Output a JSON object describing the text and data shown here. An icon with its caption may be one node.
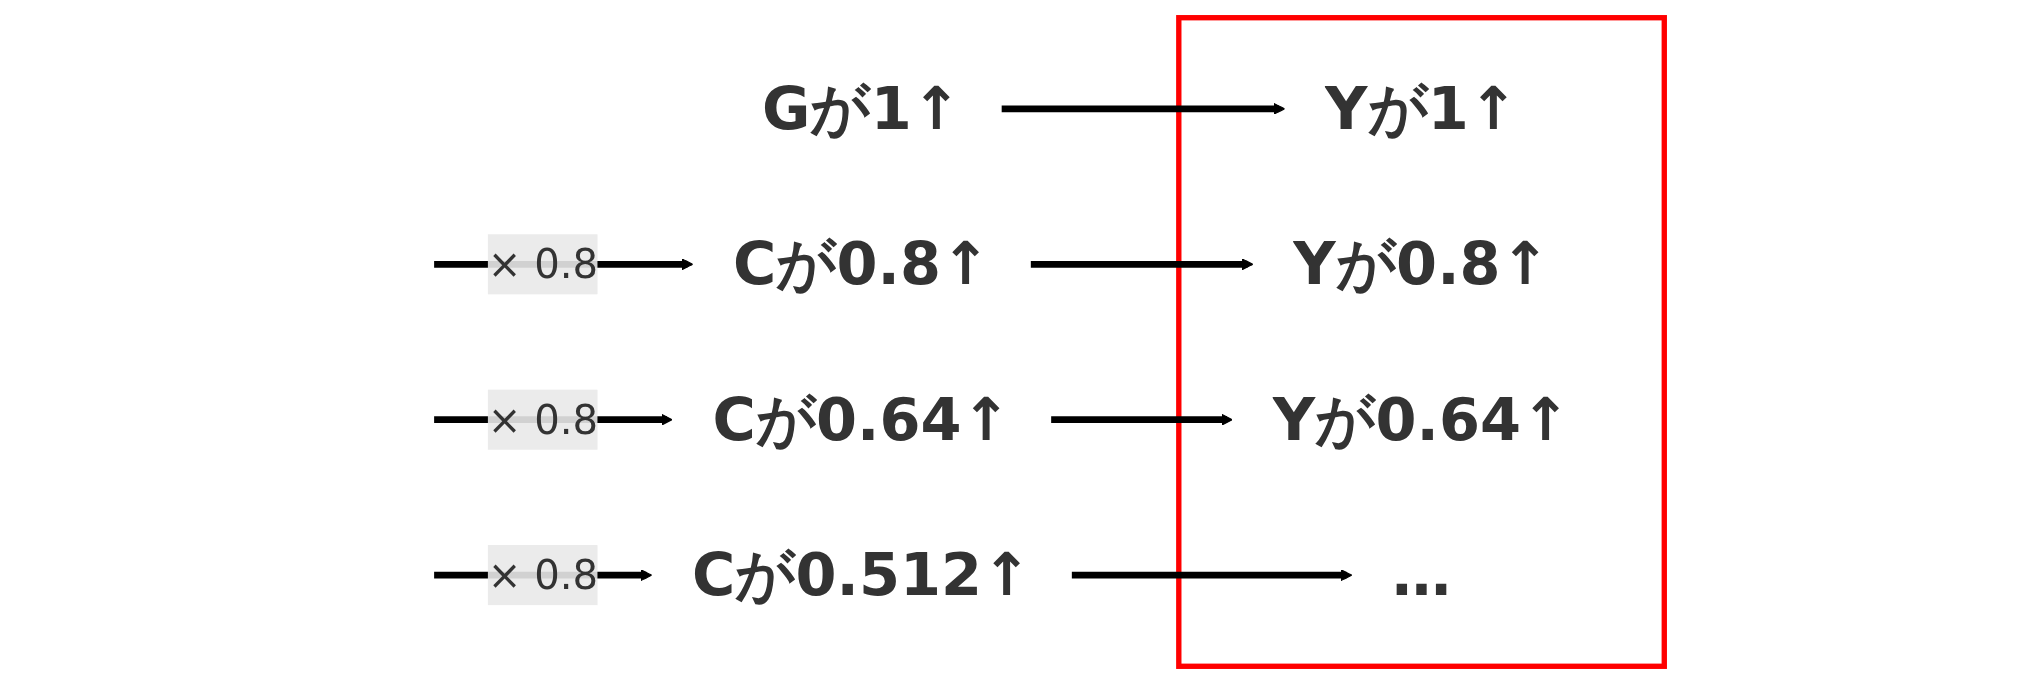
{
  "diagram": {
    "nodes": [
      {
        "text": [
          "Gが1↑"
        ]
      },
      {
        "text": [
          "Cが0.8↑"
        ]
      },
      {
        "text": [
          "Cが0.64↑"
        ]
      },
      {
        "text": [
          "Cが0.512↑"
        ]
      },
      {
        "text": [],
        "shape": "box"
      },
      {
        "text": [
          "Yが1↑"
        ],
        "in": 4
      },
      {
        "text": [
          "Yが0.8↑"
        ],
        "in": 4
      },
      {
        "text": [
          "Yが0.64↑"
        ],
        "in": 4
      },
      {
        "text": [
          "…"
        ],
        "in": 4
      }
    ],
    "edges": [
      {
        "from": 0,
        "to": 5,
        "arrow": "to"
      },
      {
        "from": null,
        "to": 1,
        "arrow": "to",
        "label": "× 0.8"
      },
      {
        "from": 1,
        "to": 6,
        "arrow": "to"
      },
      {
        "from": null,
        "to": 2,
        "arrow": "to",
        "label": "× 0.8"
      },
      {
        "from": 2,
        "to": 7,
        "arrow": "to"
      },
      {
        "from": null,
        "to": 3,
        "arrow": "to",
        "label": "× 0.8"
      },
      {
        "from": 3,
        "to": 8,
        "arrow": "to"
      }
    ]
  }
}
